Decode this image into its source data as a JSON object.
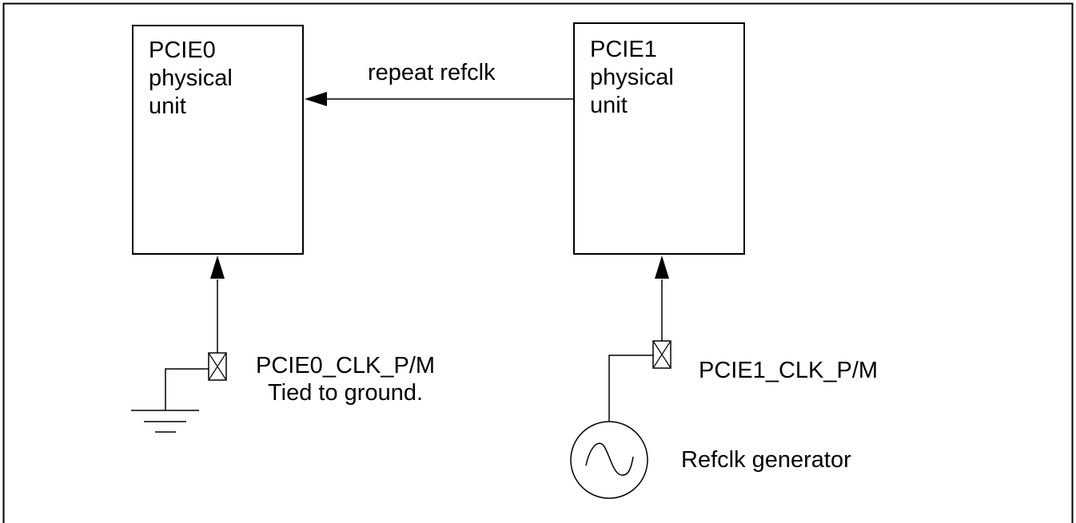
{
  "pcie0": {
    "title_line1": "PCIE0",
    "title_line2": "physical",
    "title_line3": "unit"
  },
  "pcie1": {
    "title_line1": "PCIE1",
    "title_line2": "physical",
    "title_line3": "unit"
  },
  "repeat_refclk_label": "repeat refclk",
  "pcie0_clk": {
    "pin_label": "PCIE0_CLK_P/M",
    "note": "Tied to ground."
  },
  "pcie1_clk": {
    "pin_label": "PCIE1_CLK_P/M"
  },
  "generator_label": "Refclk generator",
  "colors": {
    "line": "#000000",
    "background": "#ffffff"
  },
  "icons": {
    "pin": "crossed-square-pin-icon",
    "ground": "ground-symbol-icon",
    "generator": "sine-wave-source-icon"
  }
}
